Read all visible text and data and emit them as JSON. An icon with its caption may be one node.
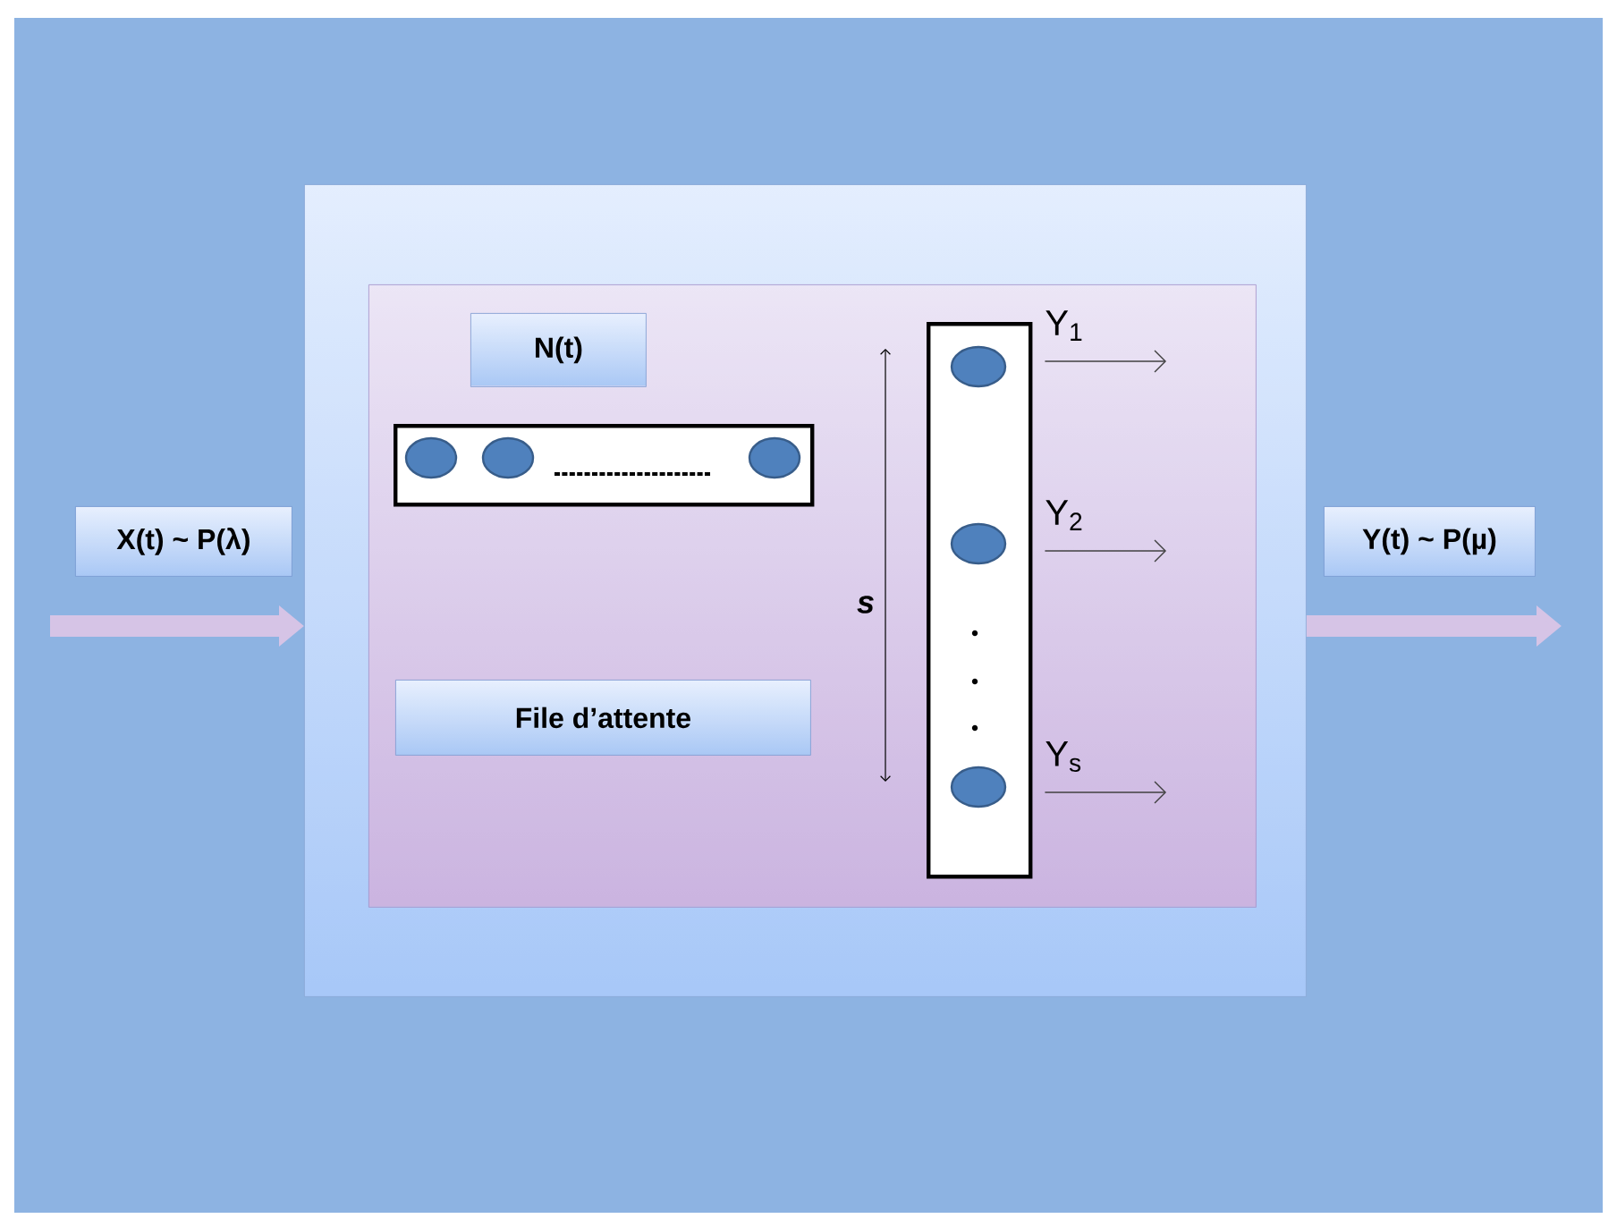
{
  "diagram": {
    "nodes": [
      {
        "text": [],
        "shape": "box"
      },
      {
        "text": [],
        "shape": "box",
        "in": 0
      },
      {
        "text": [
          "N(t)"
        ],
        "in": 1
      },
      {
        "text": [],
        "shape": "box",
        "in": 1
      },
      {
        "text": [
          "File d’attente"
        ],
        "in": 1
      },
      {
        "text": [],
        "shape": "box",
        "in": 1
      },
      {
        "text": [
          "X(t) ~ P(λ)"
        ]
      },
      {
        "text": [
          "Y(t) ~ P(µ)"
        ]
      }
    ],
    "edges": [
      {
        "from": null,
        "to": 0,
        "arrow": "to",
        "style": "thick",
        "color": "#d6c4e6"
      },
      {
        "from": 0,
        "to": null,
        "arrow": "to",
        "style": "thick",
        "color": "#d6c4e6"
      },
      {
        "from": 5,
        "to": null,
        "arrow": "to",
        "label": "Y$_{1}$"
      },
      {
        "from": 5,
        "to": null,
        "arrow": "to",
        "label": "Y$_{2}$"
      },
      {
        "from": 5,
        "to": null,
        "arrow": "to",
        "label": "Y$_{s}$"
      }
    ],
    "labels": [
      "s"
    ]
  }
}
